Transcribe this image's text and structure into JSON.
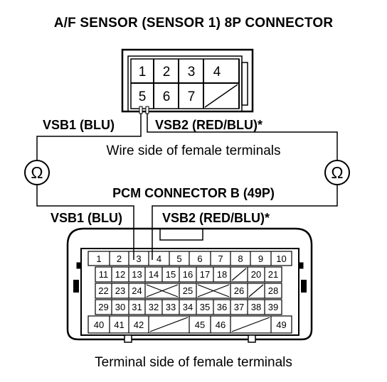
{
  "title": "A/F SENSOR (SENSOR 1) 8P CONNECTOR",
  "sensor_connector": {
    "row1": [
      "1",
      "2",
      "3",
      "4"
    ],
    "row2": [
      "5",
      "6",
      "7",
      ""
    ]
  },
  "labels": {
    "vsb1_top": "VSB1 (BLU)",
    "vsb2_top": "VSB2 (RED/BLU)*",
    "wire_side": "Wire side of female terminals",
    "ohmmeter_symbol": "Ω",
    "pcm_title": "PCM CONNECTOR B (49P)",
    "vsb1_bottom": "VSB1 (BLU)",
    "vsb2_bottom": "VSB2 (RED/BLU)*",
    "terminal_side": "Terminal side of female terminals"
  },
  "pcm_connector": {
    "row1": [
      "1",
      "2",
      "3",
      "4",
      "5",
      "6",
      "7",
      "8",
      "9",
      "10"
    ],
    "row2": [
      "11",
      "12",
      "13",
      "14",
      "15",
      "16",
      "17",
      "18",
      "",
      "20",
      "21"
    ],
    "row3": [
      "22",
      "23",
      "24",
      "",
      "25",
      "",
      "26",
      "28"
    ],
    "row4": [
      "29",
      "30",
      "31",
      "32",
      "33",
      "34",
      "35",
      "36",
      "37",
      "38",
      "39"
    ],
    "row5": [
      "40",
      "41",
      "42",
      "",
      "45",
      "46",
      "",
      "49"
    ]
  }
}
